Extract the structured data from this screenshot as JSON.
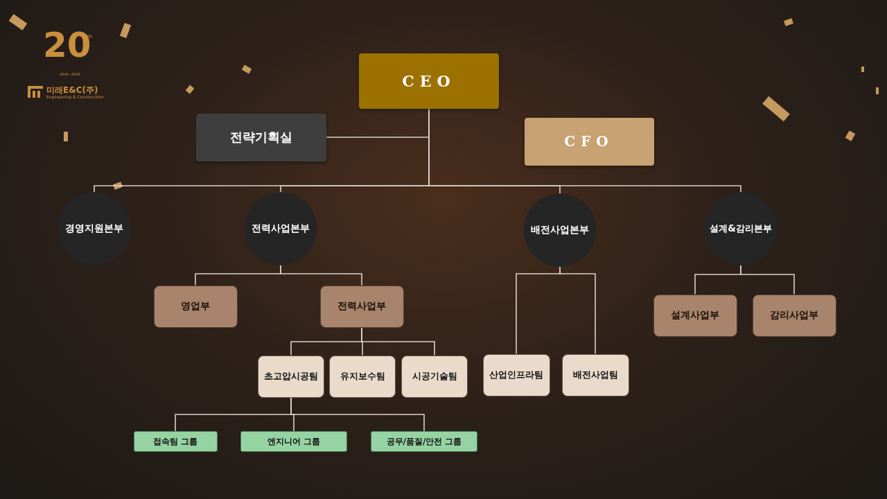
{
  "diagram": {
    "nodes": [
      {
        "text": [
          "CEO"
        ]
      },
      {
        "text": [
          "전략기획실"
        ]
      },
      {
        "text": [
          "CFO"
        ]
      },
      {
        "text": [
          "경영지원본부"
        ]
      },
      {
        "text": [
          "전력사업본부"
        ]
      },
      {
        "text": [
          "배전사업본부"
        ]
      },
      {
        "text": [
          "설계&감리본부"
        ]
      },
      {
        "text": [
          "영업부"
        ]
      },
      {
        "text": [
          "전력사업부"
        ]
      },
      {
        "text": [
          "초고압시공팀"
        ]
      },
      {
        "text": [
          "유지보수팀"
        ]
      },
      {
        "text": [
          "시공기술팀"
        ]
      },
      {
        "text": [
          "산업인프라팀"
        ]
      },
      {
        "text": [
          "배전사업팀"
        ]
      },
      {
        "text": [
          "설계사업부"
        ]
      },
      {
        "text": [
          "감리사업부"
        ]
      },
      {
        "text": [
          "접속팀 그룹"
        ]
      },
      {
        "text": [
          "엔지니어 그룹"
        ]
      },
      {
        "text": [
          "공무/품질/안전 그룹"
        ]
      }
    ],
    "edges": [
      {
        "from": 0,
        "to": 1,
        "arrow": "none"
      },
      {
        "from": 0,
        "to": 3,
        "arrow": "none"
      },
      {
        "from": 0,
        "to": 4,
        "arrow": "none"
      },
      {
        "from": 0,
        "to": 5,
        "arrow": "none"
      },
      {
        "from": 0,
        "to": 6,
        "arrow": "none"
      },
      {
        "from": 4,
        "to": 7,
        "arrow": "none"
      },
      {
        "from": 4,
        "to": 8,
        "arrow": "none"
      },
      {
        "from": 8,
        "to": 9,
        "arrow": "none"
      },
      {
        "from": 8,
        "to": 10,
        "arrow": "none"
      },
      {
        "from": 8,
        "to": 11,
        "arrow": "none"
      },
      {
        "from": 5,
        "to": 12,
        "arrow": "none"
      },
      {
        "from": 5,
        "to": 13,
        "arrow": "none"
      },
      {
        "from": 6,
        "to": 14,
        "arrow": "none"
      },
      {
        "from": 6,
        "to": 15,
        "arrow": "none"
      },
      {
        "from": 9,
        "to": 16,
        "arrow": "none"
      },
      {
        "from": 9,
        "to": 17,
        "arrow": "none"
      },
      {
        "from": 9,
        "to": 18,
        "arrow": "none"
      }
    ],
    "labels": [
      "20",
      "th",
      "2006~2026",
      "미래E&C(주)",
      "Engineering & Construction"
    ]
  }
}
